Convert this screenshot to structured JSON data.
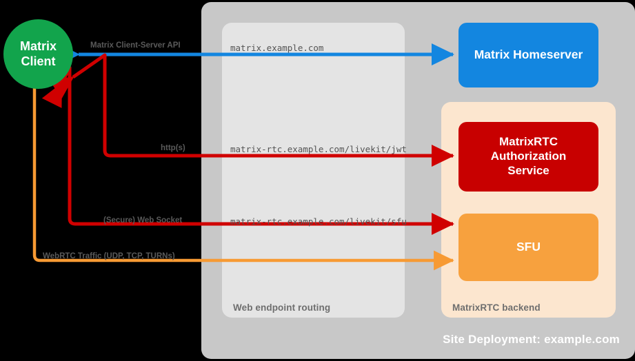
{
  "diagram": {
    "title": "Site Deployment: example.com",
    "background": "#000000",
    "site_panel": {
      "label": "Site Deployment: example.com",
      "color": "#c8c8c8"
    },
    "web_panel": {
      "label": "Web endpoint routing",
      "color": "#e4e4e4"
    },
    "rtc_panel": {
      "label": "MatrixRTC backend",
      "color": "#fce6cf"
    },
    "nodes": [
      {
        "id": "matrix-client",
        "label": "Matrix\nClient",
        "line1": "Matrix",
        "line2": "Client",
        "color": "#12a44c",
        "shape": "circle"
      },
      {
        "id": "matrix-homeserver",
        "label": "Matrix Homeserver",
        "color": "#1386e0",
        "shape": "rounded-rect"
      },
      {
        "id": "matrixrtc-auth",
        "label": "MatrixRTC Authorization Service",
        "line1": "MatrixRTC",
        "line2": "Authorization",
        "line3": "Service",
        "color": "#c80000",
        "shape": "rounded-rect"
      },
      {
        "id": "sfu",
        "label": "SFU",
        "color": "#f7a13e",
        "shape": "rounded-rect"
      }
    ],
    "edges": [
      {
        "id": "client-server-api",
        "label": "Matrix Client-Server API",
        "endpoint": "matrix.example.com",
        "color": "#1386e0",
        "direction": "bidirectional",
        "from": "matrix-client",
        "to": "matrix-homeserver"
      },
      {
        "id": "http-s",
        "label": "http(s)",
        "endpoint": "matrix-rtc.example.com/livekit/jwt",
        "color": "#d00000",
        "direction": "bidirectional",
        "from": "matrix-client",
        "to": "matrixrtc-auth"
      },
      {
        "id": "secure-web-socket",
        "label": "(Secure) Web Socket",
        "endpoint": "matrix-rtc.example.com/livekit/sfu",
        "color": "#d00000",
        "direction": "bidirectional",
        "from": "matrix-client",
        "to": "sfu"
      },
      {
        "id": "webrtc-traffic",
        "label": "WebRTC Traffic (UDP, TCP, TURNs)",
        "endpoint": "",
        "color": "#f79a33",
        "direction": "bidirectional",
        "from": "matrix-client",
        "to": "sfu"
      }
    ]
  }
}
